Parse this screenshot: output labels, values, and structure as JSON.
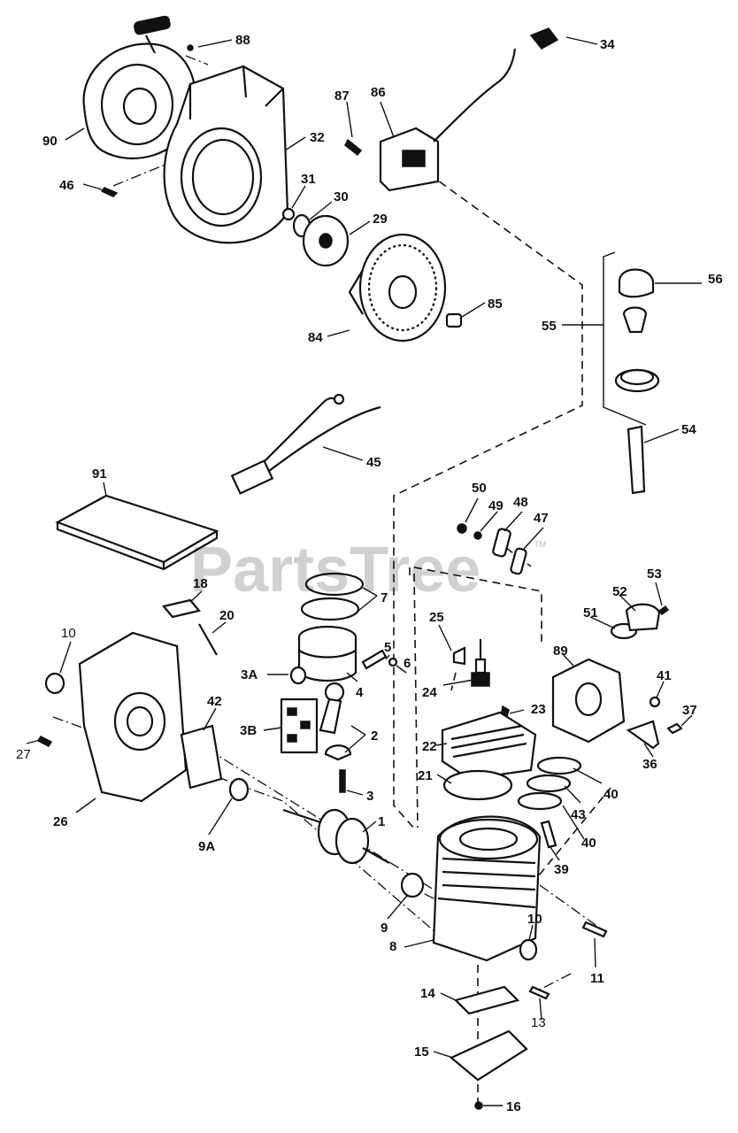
{
  "watermark": {
    "text": "PartsTree",
    "tm": "TM"
  },
  "labels": [
    "88",
    "34",
    "90",
    "32",
    "87",
    "86",
    "46",
    "31",
    "30",
    "29",
    "56",
    "85",
    "84",
    "55",
    "54",
    "45",
    "91",
    "50",
    "49",
    "48",
    "47",
    "18",
    "7",
    "53",
    "52",
    "20",
    "51",
    "10",
    "3A",
    "5",
    "6",
    "4",
    "25",
    "89",
    "41",
    "3B",
    "2",
    "24",
    "23",
    "37",
    "22",
    "42",
    "27",
    "36",
    "21",
    "3",
    "40",
    "26",
    "43",
    "1",
    "40",
    "9A",
    "39",
    "9",
    "10",
    "11",
    "8",
    "14",
    "13",
    "15",
    "16"
  ]
}
